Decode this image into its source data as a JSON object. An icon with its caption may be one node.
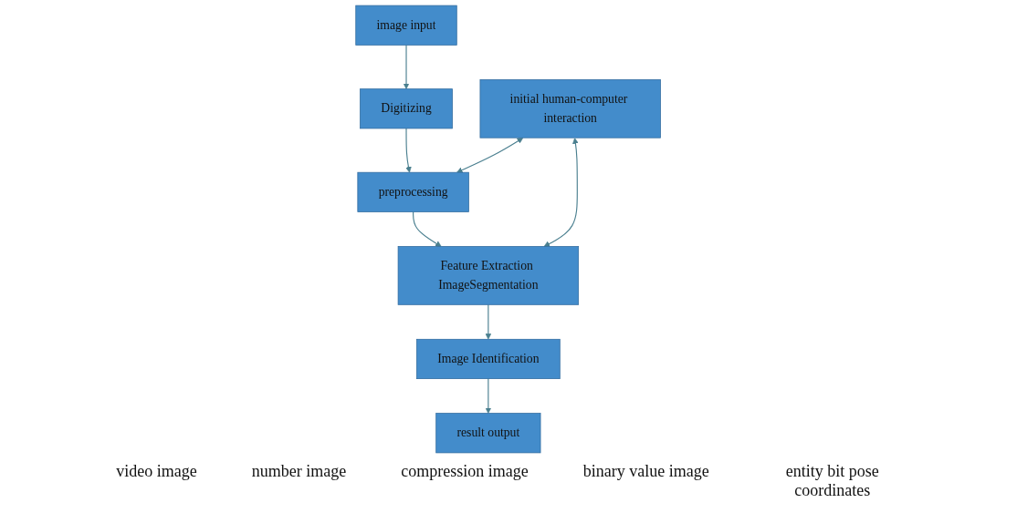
{
  "diagram": {
    "nodes": [
      {
        "text": [
          "initial human-computer interaction"
        ]
      },
      {
        "text": [
          "image input"
        ]
      },
      {
        "text": [
          "Digitizing"
        ]
      },
      {
        "text": [
          "preprocessing"
        ]
      },
      {
        "text": [
          "Feature Extraction ImageSegmentation"
        ]
      },
      {
        "text": [
          "Image Identification"
        ]
      },
      {
        "text": [
          "result output"
        ]
      }
    ],
    "edges": [
      {
        "from": 1,
        "to": 2,
        "arrow": "to"
      },
      {
        "from": 2,
        "to": 3,
        "arrow": "to"
      },
      {
        "from": 3,
        "to": 4,
        "arrow": "to"
      },
      {
        "from": 4,
        "to": 5,
        "arrow": "to"
      },
      {
        "from": 5,
        "to": 6,
        "arrow": "to"
      },
      {
        "from": 0,
        "to": 3,
        "arrow": "both"
      },
      {
        "from": 0,
        "to": 4,
        "arrow": "both"
      }
    ],
    "labels": [
      "video image",
      "number image",
      "compression image",
      "binary value image",
      "entity bit pose coordinates"
    ]
  }
}
